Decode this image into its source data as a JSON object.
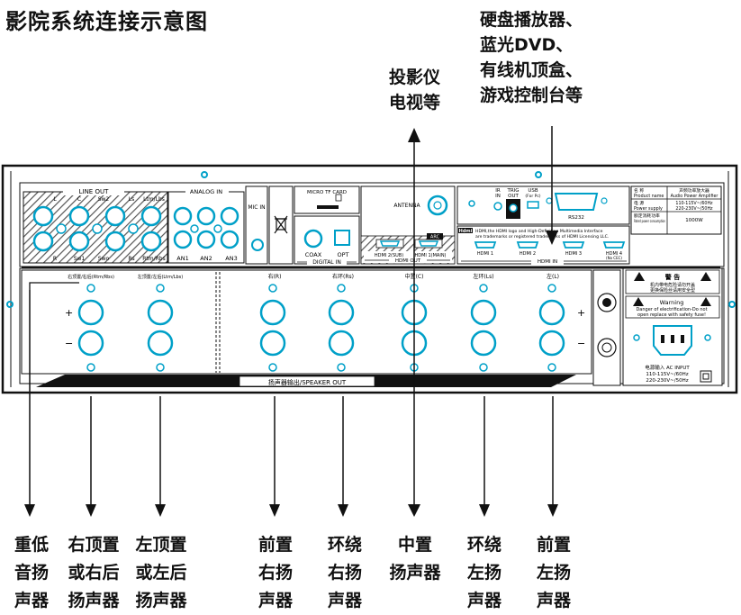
{
  "title": "影院系统连接示意图",
  "callouts": {
    "sources": [
      "硬盘播放器、",
      "蓝光DVD、",
      "有线机顶盒、",
      "游戏控制台等"
    ],
    "display": [
      "投影仪",
      "电视等"
    ]
  },
  "panel": {
    "line_out": {
      "header": "LINE  OUT",
      "top_labels": [
        "L",
        "C",
        "Sw2",
        "Ls",
        "Ltm/Lbs"
      ],
      "bottom_labels": [
        "R",
        "Sw1",
        "Swo",
        "Rs",
        "Rtm/Rbs"
      ]
    },
    "analog_in": {
      "header": "ANALOG IN",
      "labels": [
        "AN1",
        "AN2",
        "AN3"
      ]
    },
    "mic_in": "MIC IN",
    "micro_tf": "MICRO TF CARD",
    "digital_in": {
      "header": "DIGITAL IN",
      "coax": "COAX",
      "opt": "OPT"
    },
    "antenna": "ANTENNA",
    "hdmi_out": {
      "header": "HDMI  OUT",
      "sub": "HDMI 2(SUB)",
      "main": "HDMI 1(MAIN)",
      "arc": "ARC"
    },
    "control": {
      "ir": [
        "IR",
        "IN"
      ],
      "trig": [
        "TRIG",
        "OUT"
      ],
      "usb": [
        "USB",
        "(For Pc)"
      ],
      "rs232": "RS232"
    },
    "hdmi_logo": "Hdmi",
    "hdmi_notice": [
      "HDMI,the HDMI logo and High-Definition Multimedia Interface",
      "are trademarks or registered trademarks of HDMI Licensing LLC."
    ],
    "hdmi_in": {
      "header": "HDMI  IN",
      "ports": [
        "HDMI 1",
        "HDMI 2",
        "HDMI 3",
        "HDMI 4"
      ],
      "note4": "(No CEC)"
    },
    "spec_table": [
      [
        "名 称",
        "Product name",
        "声频功率放大器",
        "Audio Power Amplifier"
      ],
      [
        "电 源",
        "Power supply",
        "110-115V~/60Hz",
        "220-230V~/50Hz"
      ],
      [
        "额定消耗功率",
        "Rated power consumption",
        "1000W",
        ""
      ]
    ],
    "speaker_labels": [
      "右顶置/右后(Rtm/Rbs)",
      "左顶置/左后(Ltm/Lbs)",
      "右(R)",
      "右环(Rs)",
      "中置(C)",
      "左环(Ls)",
      "左(L)"
    ],
    "plus": "+",
    "minus": "−",
    "speaker_out": "扬声器输出/SPEAKER OUT",
    "warning_cn": {
      "title": "警  告",
      "line1": "机内带电危险请勿开盖",
      "line2": "更换保险丝请用安全型"
    },
    "warning_en": {
      "title": "Warning",
      "line1": "Danger of electrification-Do not",
      "line2": "open replace with safety fuse!"
    },
    "ac_input": {
      "title": "电源输入 AC INPUT",
      "line1": "110-115V~/60Hz",
      "line2": "220-230V~/50Hz"
    }
  },
  "bottom_labels": [
    [
      "重低",
      "音扬",
      "声器"
    ],
    [
      "右顶置",
      "或右后",
      "扬声器"
    ],
    [
      "左顶置",
      "或左后",
      "扬声器"
    ],
    [
      "前置",
      "右扬",
      "声器"
    ],
    [
      "环绕",
      "右扬",
      "声器"
    ],
    [
      "中置",
      "扬声器"
    ],
    [
      "环绕",
      "左扬",
      "声器"
    ],
    [
      "前置",
      "左扬",
      "声器"
    ]
  ]
}
